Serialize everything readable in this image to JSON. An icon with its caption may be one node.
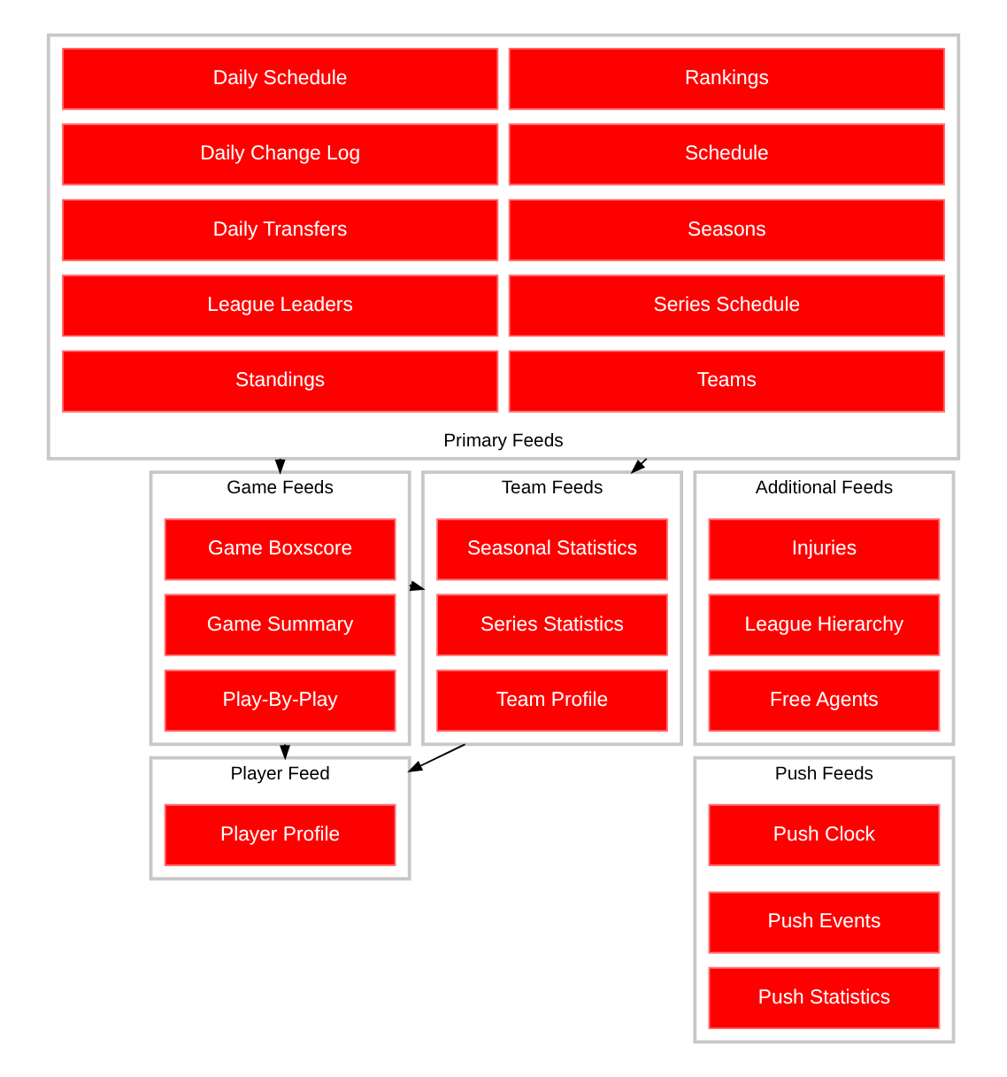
{
  "diagram": {
    "nodes": [
      {
        "text": [
          "Primary Feeds"
        ]
      },
      {
        "text": [
          "Daily Schedule"
        ],
        "in": 0
      },
      {
        "text": [
          "Rankings"
        ],
        "in": 0
      },
      {
        "text": [
          "Daily Change Log"
        ],
        "in": 0
      },
      {
        "text": [
          "Schedule"
        ],
        "in": 0
      },
      {
        "text": [
          "Daily Transfers"
        ],
        "in": 0
      },
      {
        "text": [
          "Seasons"
        ],
        "in": 0
      },
      {
        "text": [
          "League Leaders"
        ],
        "in": 0
      },
      {
        "text": [
          "Series Schedule"
        ],
        "in": 0
      },
      {
        "text": [
          "Standings"
        ],
        "in": 0
      },
      {
        "text": [
          "Teams"
        ],
        "in": 0
      },
      {
        "text": [
          "Game Feeds"
        ]
      },
      {
        "text": [
          "Game Boxscore"
        ],
        "in": 11
      },
      {
        "text": [
          "Game Summary"
        ],
        "in": 11
      },
      {
        "text": [
          "Play-By-Play"
        ],
        "in": 11
      },
      {
        "text": [
          "Team Feeds"
        ]
      },
      {
        "text": [
          "Seasonal Statistics"
        ],
        "in": 15
      },
      {
        "text": [
          "Series Statistics"
        ],
        "in": 15
      },
      {
        "text": [
          "Team Profile"
        ],
        "in": 15
      },
      {
        "text": [
          "Additional Feeds"
        ]
      },
      {
        "text": [
          "Injuries"
        ],
        "in": 19
      },
      {
        "text": [
          "League Hierarchy"
        ],
        "in": 19
      },
      {
        "text": [
          "Free Agents"
        ],
        "in": 19
      },
      {
        "text": [
          "Player Feed"
        ]
      },
      {
        "text": [
          "Player Profile"
        ],
        "in": 23
      },
      {
        "text": [
          "Push Feeds"
        ]
      },
      {
        "text": [
          "Push Clock"
        ],
        "in": 25
      },
      {
        "text": [
          "Push Events"
        ],
        "in": 25
      },
      {
        "text": [
          "Push Statistics"
        ],
        "in": 25
      }
    ],
    "edges": [
      {
        "from": 0,
        "to": 11,
        "arrow": "to"
      },
      {
        "from": 0,
        "to": 15,
        "arrow": "to"
      },
      {
        "from": 11,
        "to": 15,
        "arrow": "to"
      },
      {
        "from": 11,
        "to": 23,
        "arrow": "to"
      },
      {
        "from": 15,
        "to": 23,
        "arrow": "to"
      }
    ]
  }
}
